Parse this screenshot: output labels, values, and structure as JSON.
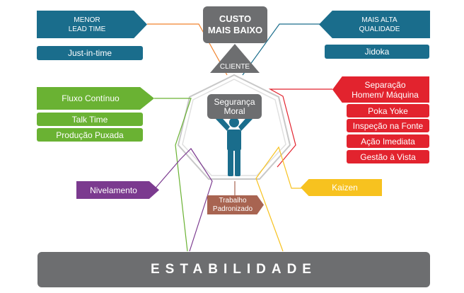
{
  "top": {
    "custo": "CUSTO\nMAIS BAIXO",
    "cliente": "CLIENTE"
  },
  "left": {
    "lead_time": "MENOR\nLEAD TIME",
    "just_in_time": "Just-in-time",
    "fluxo": "Fluxo Contínuo",
    "talk_time": "Talk Time",
    "producao": "Produção Puxada",
    "nivelamento": "Nivelamento"
  },
  "right": {
    "qualidade": "MAIS ALTA\nQUALIDADE",
    "jidoka": "Jidoka",
    "separacao": "Separação\nHomem/ Máquina",
    "items": [
      "Poka Yoke",
      "Inspeção na Fonte",
      "Ação Imediata",
      "Gestão à Vista"
    ],
    "kaizen": "Kaizen"
  },
  "center": {
    "seguranca": "Segurança\nMoral",
    "trabalho": "Trabalho\nPadronizado"
  },
  "bottom": {
    "estabilidade": "ESTABILIDADE"
  },
  "colors": {
    "blue": "#1a6d8c",
    "green": "#6ab233",
    "red": "#e2232e",
    "purple": "#7b3a8f",
    "yellow": "#f7c21f",
    "brown": "#a86451",
    "grey": "#6d6e70",
    "orange": "#f0822c"
  }
}
